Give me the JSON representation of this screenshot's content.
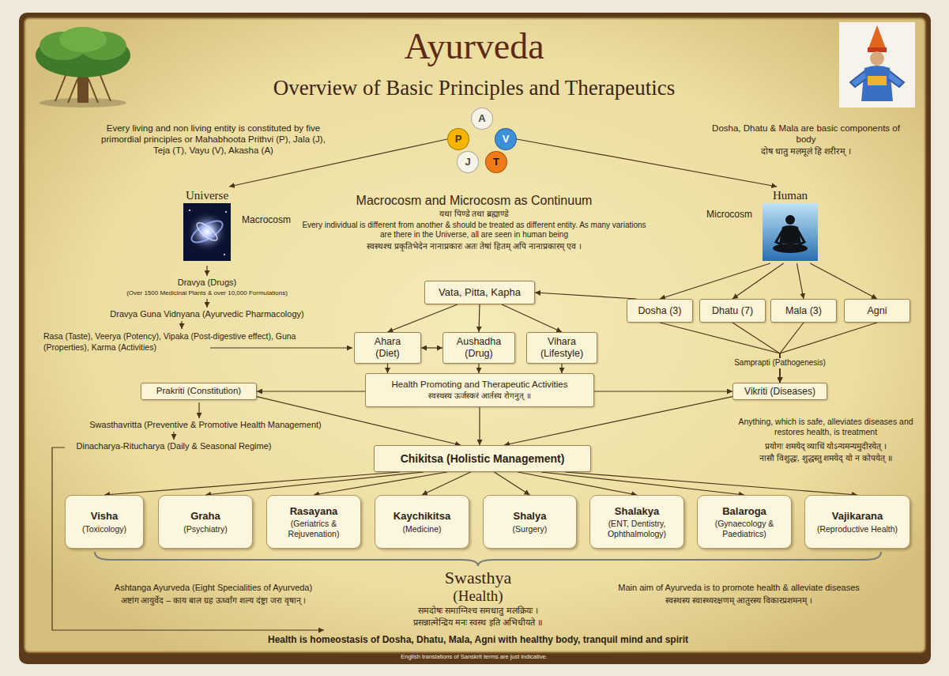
{
  "diagram": {
    "title": "Ayurveda",
    "caption": "English translations of Sanskrit terms are just indicative.",
    "nodes": [
      {
        "text": [
          "A"
        ]
      },
      {
        "text": [
          "P"
        ]
      },
      {
        "text": [
          "V"
        ]
      },
      {
        "text": [
          "J"
        ]
      },
      {
        "text": [
          "T"
        ]
      },
      {
        "text": [
          "Universe"
        ]
      },
      {
        "text": [
          "Human"
        ]
      },
      {
        "text": [
          "Vata, Pitta, Kapha"
        ]
      },
      {
        "text": [
          "Dosha (3)"
        ]
      },
      {
        "text": [
          "Dhatu (7)"
        ]
      },
      {
        "text": [
          "Mala (3)"
        ]
      },
      {
        "text": [
          "Agni"
        ]
      },
      {
        "text": [
          "Ahara (Diet)"
        ]
      },
      {
        "text": [
          "Aushadha (Drug)"
        ]
      },
      {
        "text": [
          "Vihara (Lifestyle)"
        ]
      },
      {
        "text": [
          "Health Promoting and Therapeutic Activities",
          "स्वस्थस्य ऊर्जस्करं आर्तस्य रोगनुत् ॥"
        ]
      },
      {
        "text": [
          "Prakriti (Constitution)"
        ]
      },
      {
        "text": [
          "Vikriti (Diseases)"
        ]
      },
      {
        "text": [
          "Chikitsa (Holistic Management)"
        ]
      },
      {
        "text": [
          "Visha",
          "(Toxicology)"
        ]
      },
      {
        "text": [
          "Graha",
          "(Psychiatry)"
        ]
      },
      {
        "text": [
          "Rasayana",
          "(Geriatrics & Rejuvenation)"
        ]
      },
      {
        "text": [
          "Kaychikitsa",
          "(Medicine)"
        ]
      },
      {
        "text": [
          "Shalya",
          "(Surgery)"
        ]
      },
      {
        "text": [
          "Shalakya",
          "(ENT, Dentistry, Ophthalmology)"
        ]
      },
      {
        "text": [
          "Balaroga",
          "(Gynaecology & Paediatrics)"
        ]
      },
      {
        "text": [
          "Vajikarana",
          "(Reproductive Health)"
        ]
      }
    ],
    "edges": [
      {
        "from": 1,
        "to": 5,
        "arrow": "to"
      },
      {
        "from": 2,
        "to": 6,
        "arrow": "to"
      },
      {
        "from": 6,
        "to": 8,
        "arrow": "to"
      },
      {
        "from": 6,
        "to": 9,
        "arrow": "to"
      },
      {
        "from": 6,
        "to": 10,
        "arrow": "to"
      },
      {
        "from": 6,
        "to": 11,
        "arrow": "to"
      },
      {
        "from": 8,
        "to": 7,
        "arrow": "to"
      },
      {
        "from": 7,
        "to": 12,
        "arrow": "to"
      },
      {
        "from": 7,
        "to": 13,
        "arrow": "to"
      },
      {
        "from": 7,
        "to": 14,
        "arrow": "to"
      },
      {
        "from": 12,
        "to": 13,
        "arrow": "both"
      },
      {
        "from": 12,
        "to": 15,
        "arrow": "to"
      },
      {
        "from": 13,
        "to": 15,
        "arrow": "to"
      },
      {
        "from": 14,
        "to": 15,
        "arrow": "to"
      },
      {
        "from": 15,
        "to": 16,
        "arrow": "to"
      },
      {
        "from": 15,
        "to": 17,
        "arrow": "to"
      },
      {
        "from": 15,
        "to": 18,
        "arrow": "to"
      },
      {
        "from": 16,
        "to": 18,
        "arrow": "to"
      },
      {
        "from": 17,
        "to": 18,
        "arrow": "to"
      },
      {
        "from": 8,
        "to": 17,
        "arrow": "to"
      },
      {
        "from": 9,
        "to": 17,
        "arrow": "to"
      },
      {
        "from": 10,
        "to": 17,
        "arrow": "to"
      },
      {
        "from": 11,
        "to": 17,
        "arrow": "to"
      },
      {
        "from": 18,
        "to": 19,
        "arrow": "to"
      },
      {
        "from": 18,
        "to": 20,
        "arrow": "to"
      },
      {
        "from": 18,
        "to": 21,
        "arrow": "to"
      },
      {
        "from": 18,
        "to": 22,
        "arrow": "to"
      },
      {
        "from": 18,
        "to": 23,
        "arrow": "to"
      },
      {
        "from": 18,
        "to": 24,
        "arrow": "to"
      },
      {
        "from": 18,
        "to": 25,
        "arrow": "to"
      },
      {
        "from": 18,
        "to": 26,
        "arrow": "to"
      }
    ],
    "labels": [
      "Overview of Basic Principles and Therapeutics",
      "Every living and non living entity is constituted by five primordial principles or Mahabhoota Prithvi (P), Jala (J), Teja (T), Vayu (V), Akasha (A)",
      "Dosha, Dhatu & Mala are basic components of body",
      "दोष धातु मलमूलं हि शरीरम् ।",
      "Macrocosm and Microcosm as Continuum",
      "यथा पिण्डे तथा ब्रह्माण्डे",
      "Every individual is different from another & should be treated as different entity. As many variations are there in the Universe, all are seen in human being",
      "स्वस्थश्च प्रकृतिभेदेन नानाप्रकारः अतः तेषां हितम् अपि नानाप्रकारम् एव ।",
      "Macrocosm",
      "Microcosm",
      "Dravya (Drugs)",
      "(Over 1500 Medicinal Plants & over 10,000 Formulations)",
      "Dravya Guna Vidnyana (Ayurvedic Pharmacology)",
      "Rasa (Taste), Veerya (Potency), Vipaka (Post-digestive effect), Guna (Properties), Karma (Activities)",
      "Samprapti (Pathogenesis)",
      "Swasthavritta (Preventive & Promotive Health Management)",
      "Dinacharya-Ritucharya (Daily & Seasonal Regime)",
      "Anything, which is safe, alleviates diseases and restores health, is treatment",
      "प्रयोगः शमयेद् व्याधिं योऽन्यमन्यमुदीरयेत् ।",
      "नासौ विशुद्धः, शुद्धस्तु शमयेद् यो न कोपयेत् ॥",
      "Ashtanga Ayurveda (Eight Specialities of Ayurveda)",
      "अष्टांग आयुर्वेद – काय बाल ग्रह ऊर्ध्वांग शल्य दंष्ट्रा जरा वृषान् ।",
      "Swasthya",
      "(Health)",
      "Main aim of Ayurveda is to promote health & alleviate diseases",
      "स्वस्थस्य स्वास्थ्यरक्षणम् आतुरस्य विकारप्रशमनम् ।",
      "समदोषः समाग्निश्च समधातु मलक्रियः ।",
      "प्रसन्नात्मेन्द्रिय मनः स्वस्थ इति अभिधीयते ॥",
      "Health is homeostasis of Dosha, Dhatu, Mala, Agni with healthy body, tranquil mind and spirit"
    ]
  }
}
